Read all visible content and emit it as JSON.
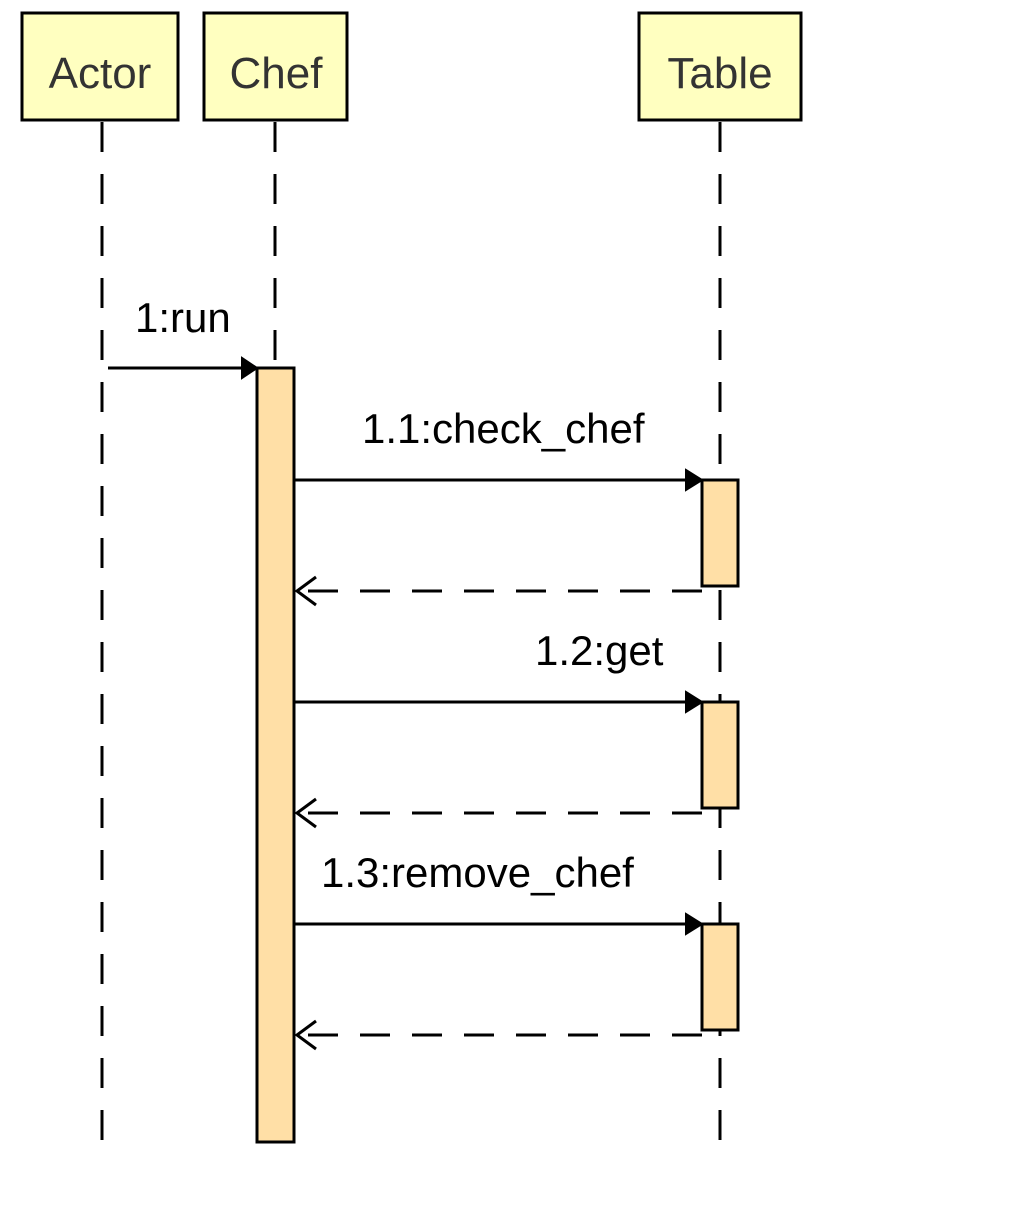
{
  "diagram": {
    "type": "sequence",
    "lifelines": [
      {
        "id": "actor",
        "label": "Actor"
      },
      {
        "id": "chef",
        "label": "Chef"
      },
      {
        "id": "table",
        "label": "Table"
      }
    ],
    "messages": [
      {
        "from": "actor",
        "to": "chef",
        "label": "1:run",
        "kind": "call"
      },
      {
        "from": "chef",
        "to": "table",
        "label": "1.1:check_chef",
        "kind": "call"
      },
      {
        "from": "table",
        "to": "chef",
        "label": "",
        "kind": "return"
      },
      {
        "from": "chef",
        "to": "table",
        "label": "1.2:get",
        "kind": "call"
      },
      {
        "from": "table",
        "to": "chef",
        "label": "",
        "kind": "return"
      },
      {
        "from": "chef",
        "to": "table",
        "label": "1.3:remove_chef",
        "kind": "call"
      },
      {
        "from": "table",
        "to": "chef",
        "label": "",
        "kind": "return"
      }
    ],
    "colors": {
      "lifeline_fill": "#ffffc0",
      "activation_fill": "#ffdfa6",
      "label_text": "#333333"
    }
  }
}
